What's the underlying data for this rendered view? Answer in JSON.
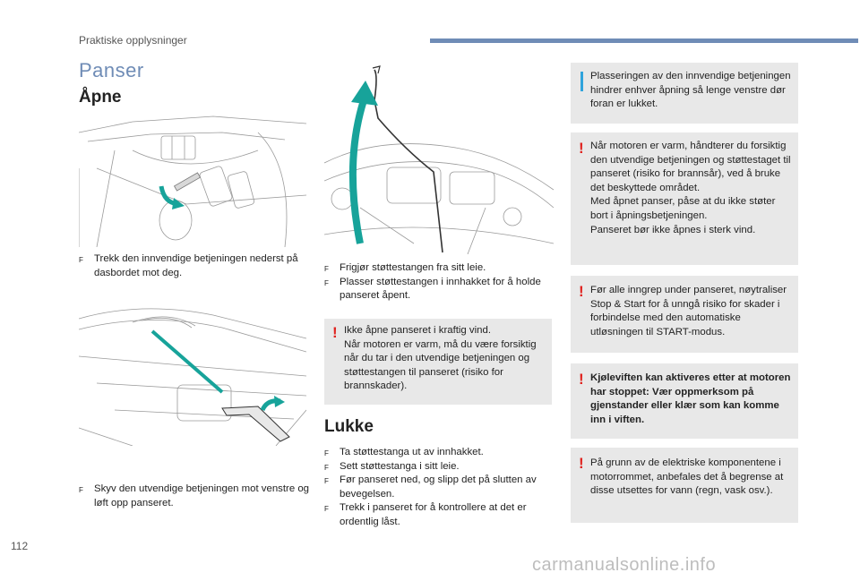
{
  "header": {
    "section": "Praktiske opplysninger"
  },
  "page_title": "Panser",
  "open": {
    "heading": "Åpne",
    "step1": "Trekk den innvendige betjeningen nederst på dasbordet mot deg.",
    "step2": "Skyv den utvendige betjeningen mot venstre og løft opp panseret.",
    "step3a": "Frigjør støttestangen fra sitt leie.",
    "step3b": "Plasser støttestangen i innhakket for å holde panseret åpent.",
    "warning": "Ikke åpne panseret i kraftig vind.\nNår motoren er varm, må du være forsiktig når du tar i den utvendige betjeningen og støttestangen til panseret (risiko for brannskader)."
  },
  "close": {
    "heading": "Lukke",
    "steps": [
      "Ta støttestanga ut av innhakket.",
      "Sett støttestanga i sitt leie.",
      "Før panseret ned, og slipp det på slutten av bevegelsen.",
      "Trekk i panseret for å kontrollere at det er ordentlig låst."
    ]
  },
  "notes": {
    "info": "Plasseringen av den innvendige betjeningen hindrer enhver åpning så lenge venstre dør foran er lukket.",
    "hot_engine": "Når motoren er varm, håndterer du forsiktig den utvendige betjeningen og støttestaget til panseret (risiko for brannsår), ved å bruke det beskyttede området.\nMed åpnet panser, påse at du ikke støter bort i åpningsbetjeningen.\nPanseret bør ikke åpnes i sterk vind.",
    "stop_start": "Før alle inngrep under panseret, nøytraliser Stop & Start for å unngå risiko for skader i forbindelse med den automatiske utløsningen til START-modus.",
    "fan": "Kjøleviften kan aktiveres etter at motoren har stoppet: Vær oppmerksom på gjenstander eller klær som kan komme inn i viften.",
    "electrical": "På grunn av de elektriske komponentene i motorrommet, anbefales det å begrense at disse utsettes for vann (regn, vask osv.)."
  },
  "bullet_glyph": "F",
  "page_number": "112",
  "footer": "carmanualsonline.info",
  "colors": {
    "accent": "#6f8cb6",
    "warning": "#e0231f",
    "info": "#2fa3dc",
    "arrow": "#17a39a"
  }
}
